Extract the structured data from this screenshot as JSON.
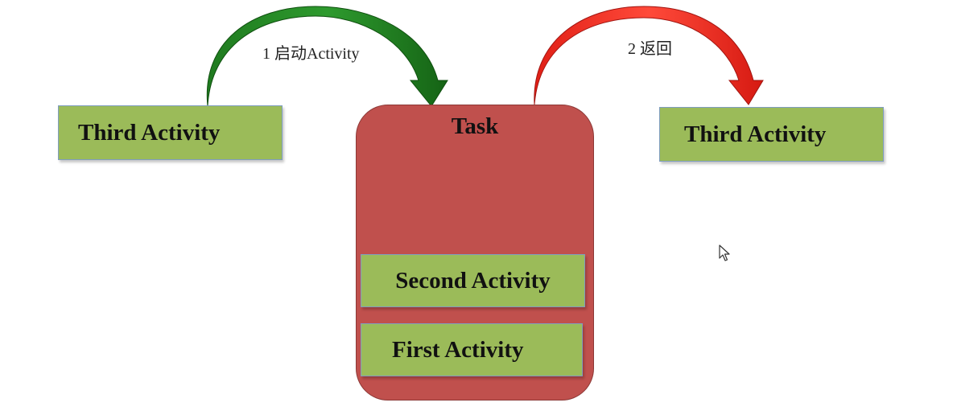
{
  "nodes": {
    "left_activity": "Third Activity",
    "right_activity": "Third Activity",
    "task_title": "Task",
    "stack_top": "Second Activity",
    "stack_bottom": "First Activity"
  },
  "arrows": {
    "launch_label": "1 启动Activity",
    "back_label": "2 返回",
    "launch_color": "#1e7a1e",
    "back_color": "#e8281e"
  },
  "colors": {
    "activity_fill": "#9bbb59",
    "task_fill": "#c0504d"
  }
}
